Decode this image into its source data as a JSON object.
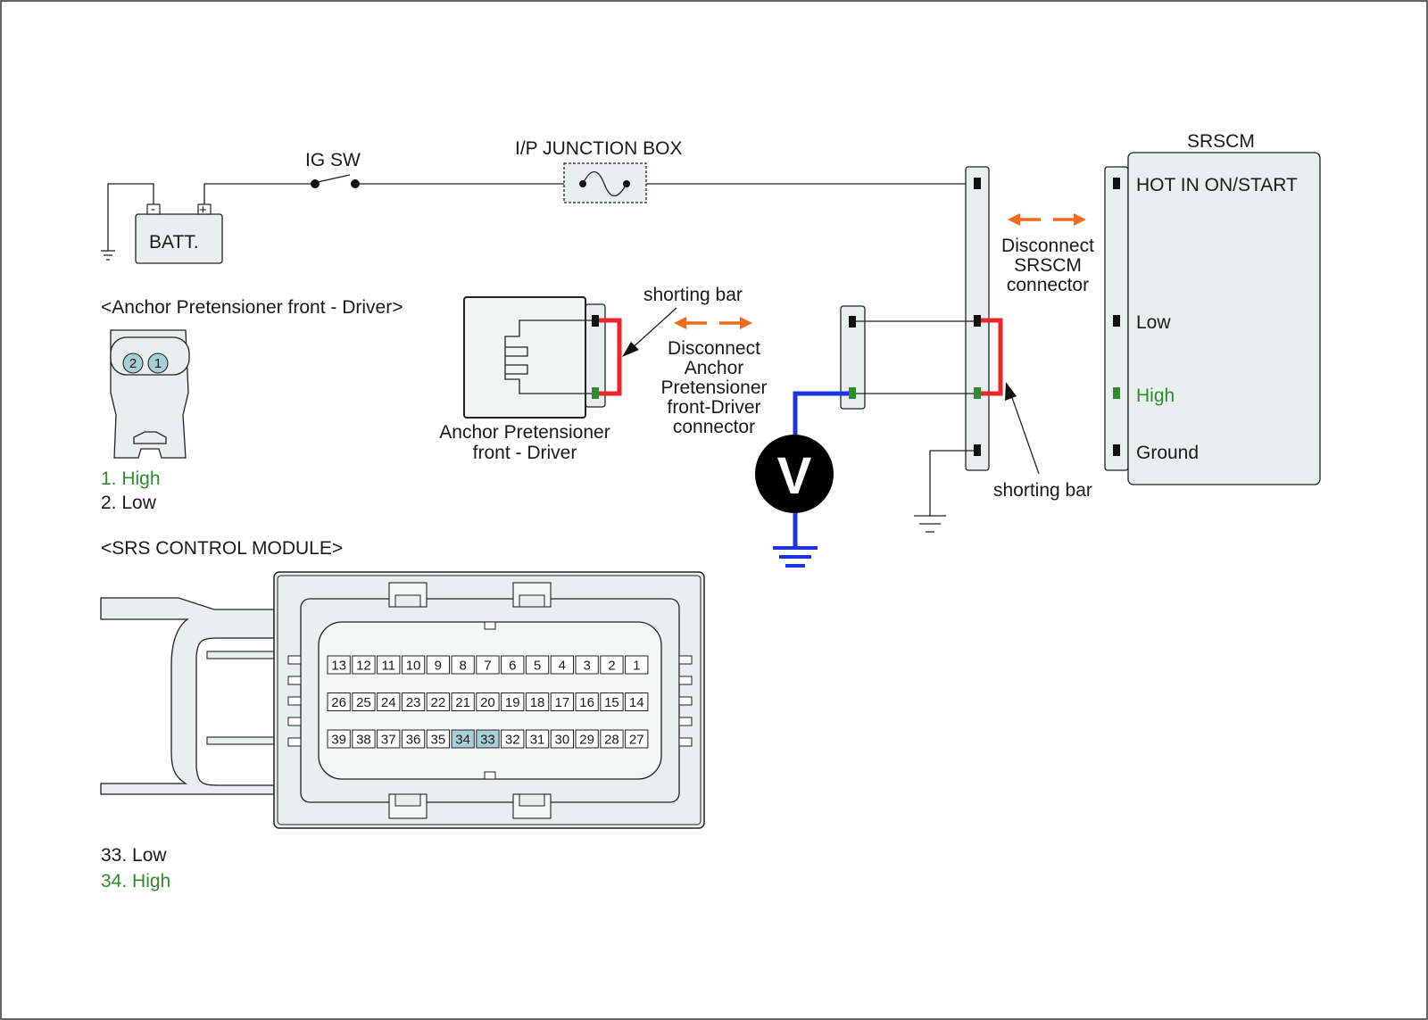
{
  "title_ig_sw": "IG SW",
  "title_junction": "I/P JUNCTION BOX",
  "batt_label": "BATT.",
  "batt_minus": "-",
  "batt_plus": "+",
  "srscm": {
    "title": "SRSCM",
    "pins": [
      "HOT IN ON/START",
      "Low",
      "High",
      "Ground"
    ]
  },
  "disconnect_srscm": [
    "Disconnect",
    "SRSCM",
    "connector"
  ],
  "disconnect_anchor": [
    "Disconnect",
    "Anchor",
    "Pretensioner",
    "front-Driver",
    "connector"
  ],
  "shorting_bar_top": "shorting bar",
  "shorting_bar_bottom": "shorting bar",
  "anchor_component": [
    "Anchor Pretensioner",
    "front - Driver"
  ],
  "voltmeter": "V",
  "anchor_connector": {
    "title": "<Anchor Pretensioner front - Driver>",
    "pin_numbers": [
      "2",
      "1"
    ],
    "legend": [
      {
        "text": "1. High",
        "color": "#2e8b2e"
      },
      {
        "text": "2. Low",
        "color": "#1a1a1a"
      }
    ]
  },
  "srs_module": {
    "title": "<SRS CONTROL MODULE>",
    "rows": [
      [
        "13",
        "12",
        "11",
        "10",
        "9",
        "8",
        "7",
        "6",
        "5",
        "4",
        "3",
        "2",
        "1"
      ],
      [
        "26",
        "25",
        "24",
        "23",
        "22",
        "21",
        "20",
        "19",
        "18",
        "17",
        "16",
        "15",
        "14"
      ],
      [
        "39",
        "38",
        "37",
        "36",
        "35",
        "34",
        "33",
        "32",
        "31",
        "30",
        "29",
        "28",
        "27"
      ]
    ],
    "highlighted": [
      "34",
      "33"
    ],
    "highlight_color": "#a9cfd6",
    "legend": [
      {
        "text": "33. Low",
        "color": "#1a1a1a"
      },
      {
        "text": "34. High",
        "color": "#2e8b2e"
      }
    ]
  },
  "colors": {
    "wire_red": "#e8262b",
    "wire_blue": "#1c35e0",
    "arrow_orange": "#f26a1b",
    "pin_green": "#2e8b2e",
    "box_fill": "#e9efee"
  }
}
